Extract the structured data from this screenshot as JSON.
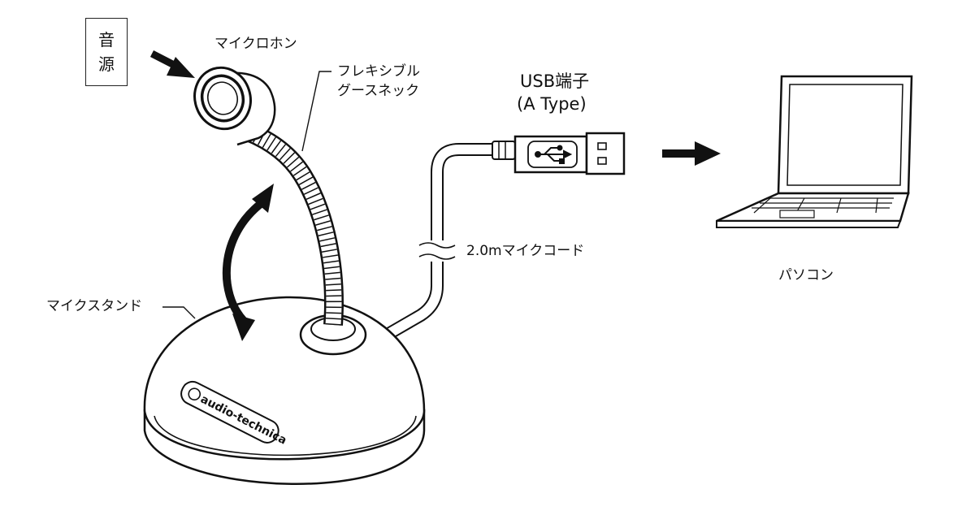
{
  "source": {
    "char1": "音",
    "char2": "源"
  },
  "labels": {
    "microphone": "マイクロホン",
    "flex_line1": "フレキシブル",
    "flex_line2": "グースネック",
    "usb_line1": "USB端子",
    "usb_line2": "(A Type)",
    "cord": "2.0mマイクコード",
    "stand": "マイクスタンド",
    "pc": "パソコン"
  },
  "brand": {
    "logo_text": "audio-technica"
  },
  "colors": {
    "line": "#111111",
    "background": "#ffffff"
  }
}
